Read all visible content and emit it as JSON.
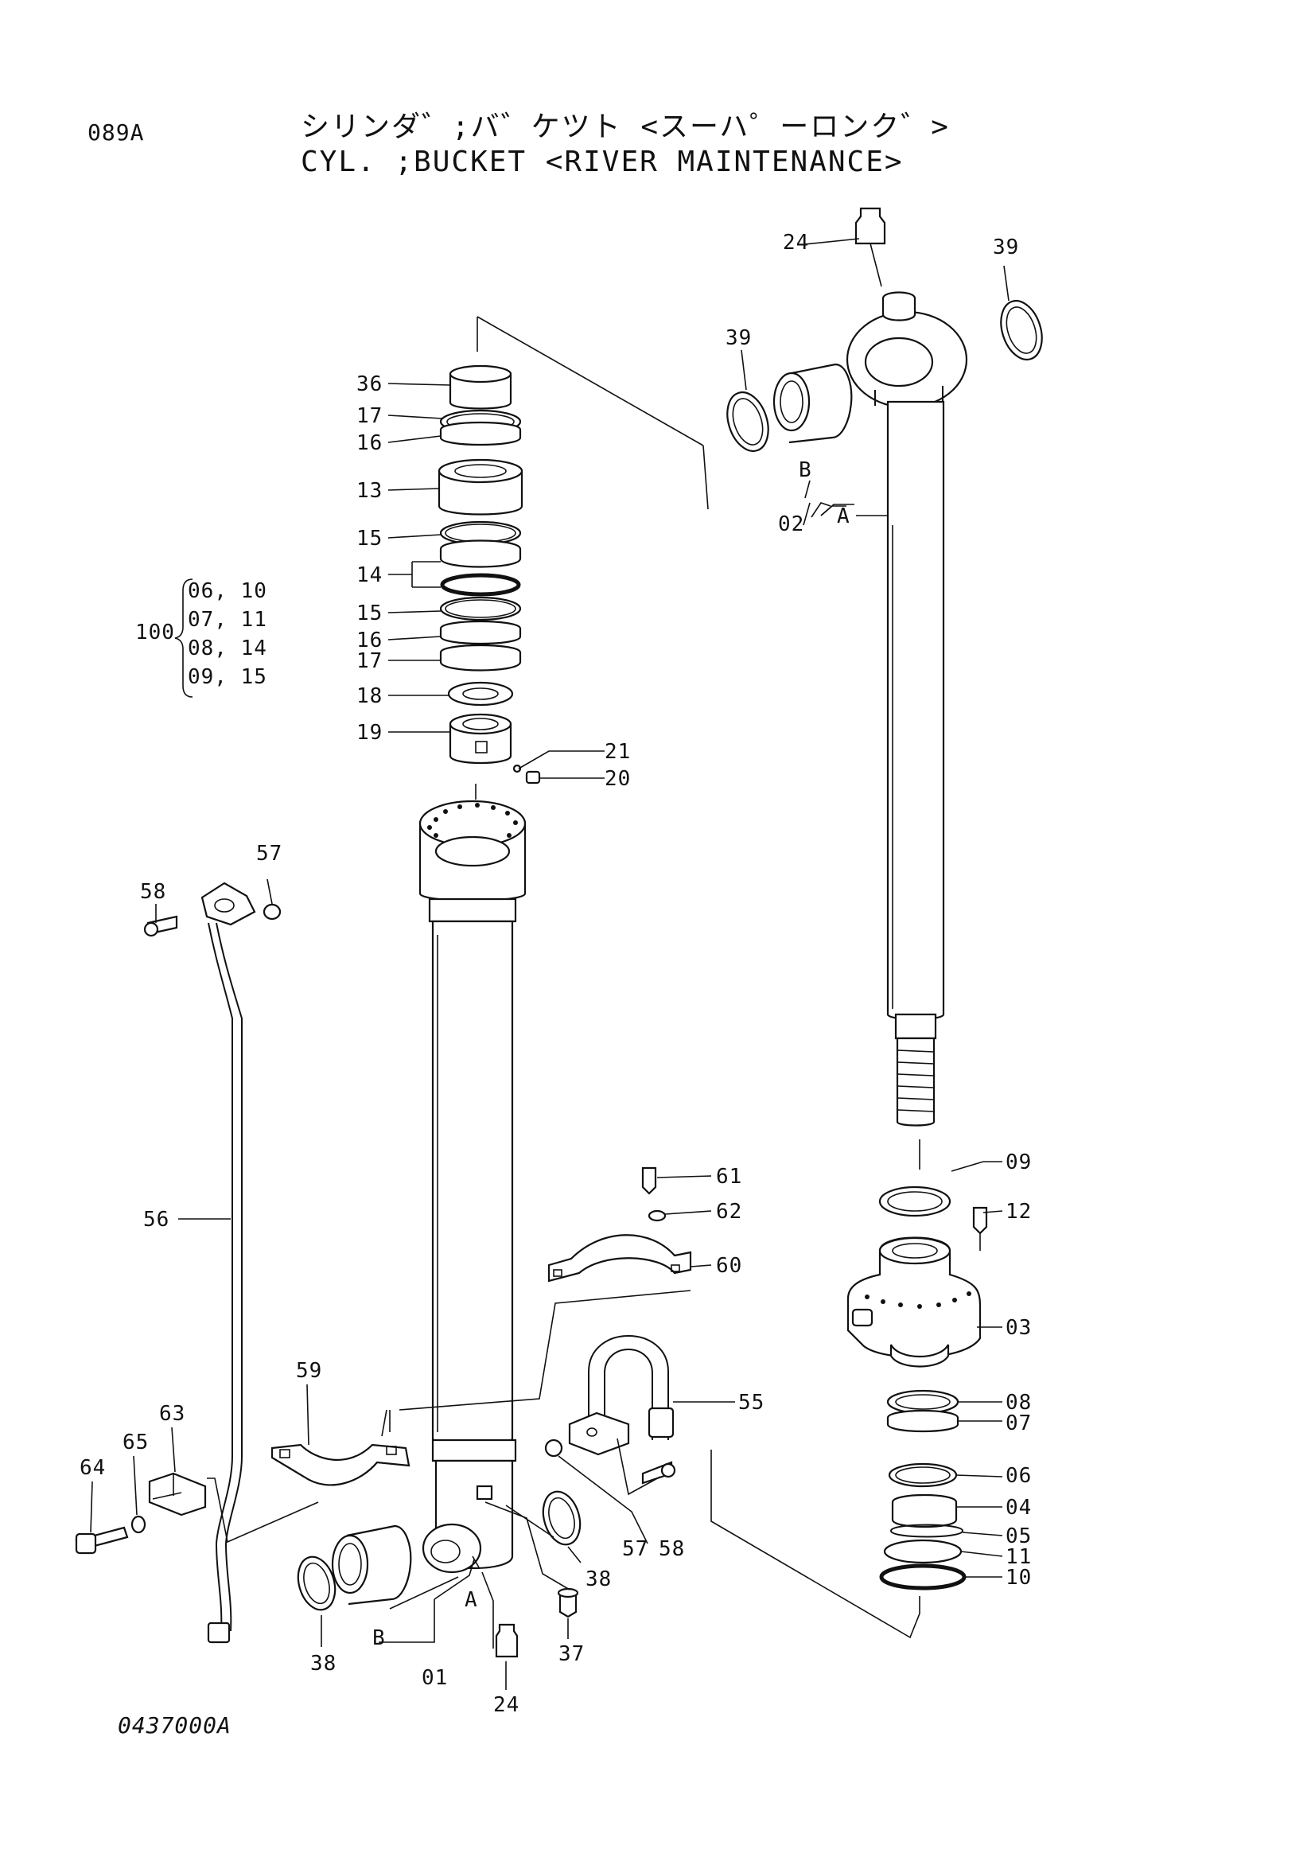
{
  "page": {
    "code": "089A",
    "title_jp": "シリンダ゛;バ゛ケツト <スーハ゜ーロンク゛>",
    "title_en": "CYL. ;BUCKET <RIVER MAINTENANCE>",
    "drawing_number": "0437000A"
  },
  "kit": {
    "number": "100",
    "contents": [
      "06, 10",
      "07, 11",
      "08, 14",
      "09, 15"
    ]
  },
  "callouts": [
    {
      "id": "24",
      "label": "24"
    },
    {
      "id": "39",
      "label": "39"
    },
    {
      "id": "39",
      "label": "39"
    },
    {
      "id": "B",
      "label": "B"
    },
    {
      "id": "02",
      "label": "02"
    },
    {
      "id": "A",
      "label": "A"
    },
    {
      "id": "36",
      "label": "36"
    },
    {
      "id": "17",
      "label": "17"
    },
    {
      "id": "16",
      "label": "16"
    },
    {
      "id": "13",
      "label": "13"
    },
    {
      "id": "15",
      "label": "15"
    },
    {
      "id": "14",
      "label": "14"
    },
    {
      "id": "15",
      "label": "15"
    },
    {
      "id": "16",
      "label": "16"
    },
    {
      "id": "17",
      "label": "17"
    },
    {
      "id": "18",
      "label": "18"
    },
    {
      "id": "19",
      "label": "19"
    },
    {
      "id": "21",
      "label": "21"
    },
    {
      "id": "20",
      "label": "20"
    },
    {
      "id": "57",
      "label": "57"
    },
    {
      "id": "58",
      "label": "58"
    },
    {
      "id": "56",
      "label": "56"
    },
    {
      "id": "61",
      "label": "61"
    },
    {
      "id": "62",
      "label": "62"
    },
    {
      "id": "60",
      "label": "60"
    },
    {
      "id": "09",
      "label": "09"
    },
    {
      "id": "12",
      "label": "12"
    },
    {
      "id": "03",
      "label": "03"
    },
    {
      "id": "55",
      "label": "55"
    },
    {
      "id": "59",
      "label": "59"
    },
    {
      "id": "63",
      "label": "63"
    },
    {
      "id": "65",
      "label": "65"
    },
    {
      "id": "64",
      "label": "64"
    },
    {
      "id": "08",
      "label": "08"
    },
    {
      "id": "07",
      "label": "07"
    },
    {
      "id": "06",
      "label": "06"
    },
    {
      "id": "04",
      "label": "04"
    },
    {
      "id": "05",
      "label": "05"
    },
    {
      "id": "11",
      "label": "11"
    },
    {
      "id": "10",
      "label": "10"
    },
    {
      "id": "38",
      "label": "38"
    },
    {
      "id": "57",
      "label": "57"
    },
    {
      "id": "58",
      "label": "58"
    },
    {
      "id": "37",
      "label": "37"
    },
    {
      "id": "38",
      "label": "38"
    },
    {
      "id": "B",
      "label": "B"
    },
    {
      "id": "A",
      "label": "A"
    },
    {
      "id": "01",
      "label": "01"
    },
    {
      "id": "24",
      "label": "24"
    }
  ]
}
